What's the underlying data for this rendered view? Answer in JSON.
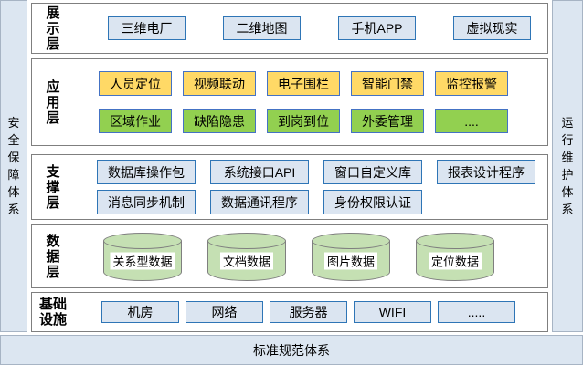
{
  "diagram": {
    "left_pillar": "安全保障体系",
    "right_pillar": "运行维护体系",
    "bottom_pillar": "标准规范体系",
    "layers": [
      {
        "id": "display",
        "title": "展示层",
        "title_lines": [
          "展",
          "示",
          "层"
        ],
        "rows": [
          {
            "style": "blue",
            "items": [
              "三维电厂",
              "二维地图",
              "手机APP",
              "虚拟现实"
            ]
          }
        ]
      },
      {
        "id": "application",
        "title": "应用层",
        "title_lines": [
          "应",
          "用",
          "层"
        ],
        "rows": [
          {
            "style": "yellow",
            "items": [
              "人员定位",
              "视频联动",
              "电子围栏",
              "智能门禁",
              "监控报警"
            ]
          },
          {
            "style": "green",
            "items": [
              "区域作业",
              "缺陷隐患",
              "到岗到位",
              "外委管理",
              "...."
            ]
          }
        ]
      },
      {
        "id": "support",
        "title": "支撑层",
        "title_lines": [
          "支",
          "撑",
          "层"
        ],
        "rows": [
          {
            "style": "blue",
            "items": [
              "数据库操作包",
              "系统接口API",
              "窗口自定义库",
              "报表设计程序"
            ]
          },
          {
            "style": "blue",
            "items": [
              "消息同步机制",
              "数据通讯程序",
              "身份权限认证"
            ]
          }
        ]
      },
      {
        "id": "data",
        "title": "数据层",
        "title_lines": [
          "数",
          "据",
          "层"
        ],
        "rows": [
          {
            "style": "cylinder",
            "items": [
              "关系型数据",
              "文档数据",
              "图片数据",
              "定位数据"
            ]
          }
        ]
      },
      {
        "id": "infrastructure",
        "title": "基础设施",
        "title_lines": [
          "基础",
          "设施"
        ],
        "rows": [
          {
            "style": "blue",
            "items": [
              "机房",
              "网络",
              "服务器",
              "WIFI",
              "....."
            ]
          }
        ]
      }
    ],
    "colors": {
      "pillar_bg": "#dce6f1",
      "pillar_border": "#a7b4c4",
      "layer_border": "#7f7f7f",
      "blue_fill": "#dbe5f1",
      "blue_border": "#2e75b6",
      "yellow_fill": "#ffd966",
      "green_fill": "#92d050",
      "accent_border": "#4472c4",
      "cylinder_fill": "#c5e0b3",
      "cylinder_border": "#7f7f7f"
    }
  }
}
